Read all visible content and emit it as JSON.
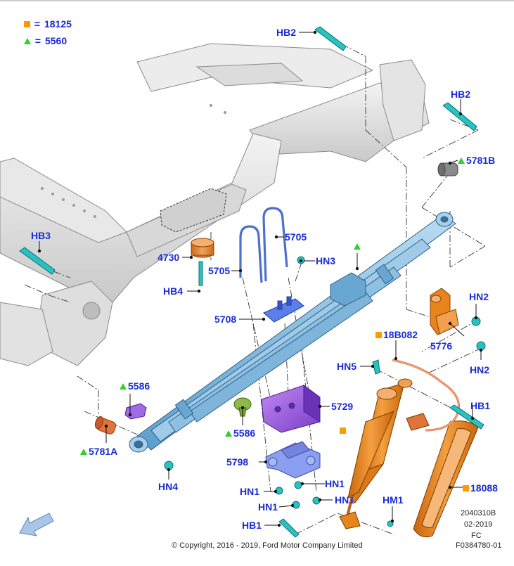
{
  "legend": {
    "square_value": "18125",
    "triangle_value": "5560",
    "equals": "="
  },
  "colors": {
    "label_blue": "#1a2bd6",
    "square_orange": "#ff9900",
    "triangle_green": "#2fd12f",
    "spring_blue": "#86bde0",
    "shock_orange": "#e8841c",
    "bracket_purple": "#9b5fe0",
    "fastener_teal": "#27c3c3"
  },
  "labels": {
    "hb2_top": "HB2",
    "hb2_right": "HB2",
    "b5781": "5781B",
    "hb3": "HB3",
    "p4730": "4730",
    "hb4": "HB4",
    "p5705_a": "5705",
    "p5705_b": "5705",
    "hn3": "HN3",
    "hn2_a": "HN2",
    "hn2_b": "HN2",
    "p5708": "5708",
    "p5776": "5776",
    "p18b082": "18B082",
    "hn5": "HN5",
    "p5586_a": "5586",
    "p5586_b": "5586",
    "p5729": "5729",
    "hb1_right": "HB1",
    "a5781": "5781A",
    "p5798": "5798",
    "hn4": "HN4",
    "hn1_a": "HN1",
    "hn1_b": "HN1",
    "hn1_c": "HN1",
    "hn1_d": "HN1",
    "hm1": "HM1",
    "p18088": "18088",
    "hb1_bottom": "HB1"
  },
  "footer": {
    "code1": "2040310B",
    "date": "02-2019",
    "fc": "FC",
    "copyright": "© Copyright, 2016 - 2019, Ford Motor Company Limited",
    "figure_id": "F0384780-01"
  }
}
